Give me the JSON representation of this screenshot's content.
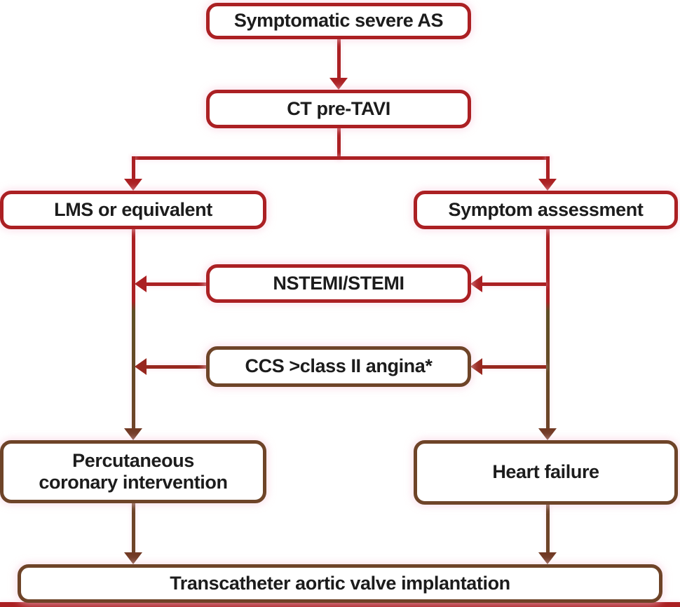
{
  "nodes": {
    "symptomatic": {
      "label": "Symptomatic severe AS"
    },
    "ct": {
      "label": "CT pre-TAVI"
    },
    "lms": {
      "label": "LMS or equivalent"
    },
    "symptom": {
      "label": "Symptom assessment"
    },
    "nstemi": {
      "label": "NSTEMI/STEMI"
    },
    "ccs": {
      "label": "CCS >class II angina*"
    },
    "pci": {
      "label": "Percutaneous\ncoronary intervention"
    },
    "hf": {
      "label": "Heart failure"
    },
    "tavi": {
      "label": "Transcatheter aortic valve implantation"
    }
  },
  "colors": {
    "red": "#ab2023",
    "brown": "#6e4428",
    "olive": "#5f4e24",
    "darkred": "#97281f",
    "arrowbrown": "#713a24",
    "text": "#1c1c1c"
  }
}
